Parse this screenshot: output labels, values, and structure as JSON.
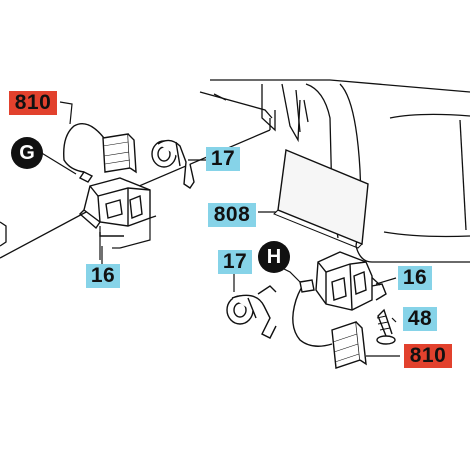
{
  "colors": {
    "callout_blue": "#86d3e8",
    "callout_red": "#e2412d",
    "line": "#111111",
    "page": "#ffffff"
  },
  "callouts": {
    "brush_left": "810",
    "holder_spring_left": "17",
    "motor_label": "808",
    "brush_holder_left": "16",
    "holder_spring_right": "17",
    "brush_holder_right": "16",
    "screw": "48",
    "brush_right": "810"
  },
  "markers": {
    "left_group": "G",
    "right_group": "H"
  },
  "icons": [
    "carbon-brush-icon",
    "holder-spring-icon",
    "brush-holder-icon",
    "screw-icon",
    "motor-housing-icon"
  ]
}
